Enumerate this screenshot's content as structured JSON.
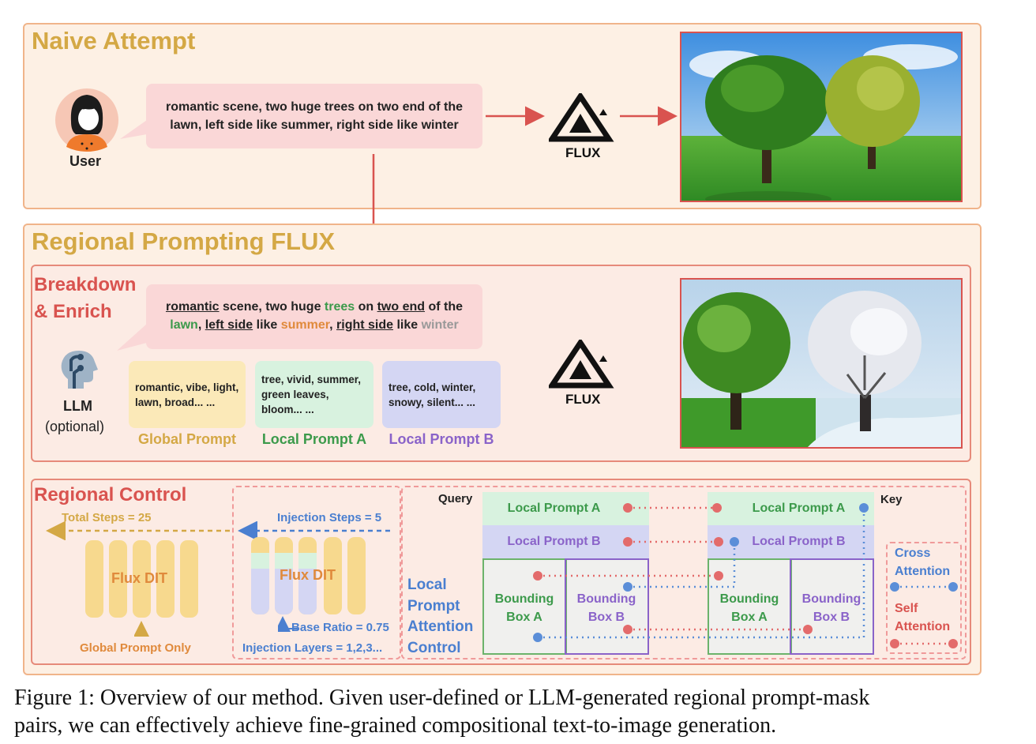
{
  "naive": {
    "title": "Naive Attempt",
    "user_label": "User",
    "prompt": "romantic scene, two huge trees on two end of the lawn, left side like summer, right side like winter",
    "model_label": "FLUX"
  },
  "regional": {
    "title": "Regional Prompting FLUX",
    "breakdown_title_1": "Breakdown",
    "breakdown_title_2": "& Enrich",
    "llm_label": "LLM",
    "llm_sub": "(optional)",
    "enriched_prompt": {
      "w1": "romantic",
      "w2": " scene, two huge ",
      "w3": "trees",
      "w4": " on ",
      "w5": "two end",
      "w6": " of the",
      "w7": "lawn",
      "w8": ", ",
      "w9": "left side",
      "w10": " like ",
      "w11": "summer",
      "w12": ", ",
      "w13": "right side",
      "w14": " like ",
      "w15": "winter"
    },
    "cards": [
      {
        "text": "romantic, vibe, light, lawn, broad... ...",
        "label": "Global Prompt"
      },
      {
        "text": "tree, vivid, summer, green leaves, bloom... ...",
        "label": "Local Prompt A"
      },
      {
        "text": "tree, cold, winter, snowy, silent... ...",
        "label": "Local Prompt B"
      }
    ],
    "model_label": "FLUX"
  },
  "control": {
    "title": "Regional Control",
    "total_steps": "Total Steps = 25",
    "flux_dit_1": "Flux DIT",
    "global_only": "Global Prompt Only",
    "injection_steps": "Injection Steps = 5",
    "flux_dit_2": "Flux DIT",
    "base_ratio": "Base Ratio = 0.75",
    "injection_layers": "Injection Layers = 1,2,3...",
    "lpac": [
      "Local",
      "Prompt",
      "Attention",
      "Control"
    ],
    "query": "Query",
    "key": "Key",
    "q_local_a": "Local Prompt A",
    "q_local_b": "Local Prompt B",
    "q_box_a": [
      "Bounding",
      "Box A"
    ],
    "q_box_b": [
      "Bounding",
      "Box B"
    ],
    "k_local_a": "Local Prompt A",
    "k_local_b": "Local Prompt B",
    "k_box_a": [
      "Bounding",
      "Box A"
    ],
    "k_box_b": [
      "Bounding",
      "Box B"
    ],
    "legend_cross": [
      "Cross",
      "Attention"
    ],
    "legend_self": [
      "Self",
      "Attention"
    ]
  },
  "caption": {
    "line1": "Figure 1: Overview of our method. Given user-defined or LLM-generated regional prompt-mask",
    "line2": "pairs, we can effectively achieve fine-grained compositional text-to-image generation."
  },
  "colors": {
    "gold": "#d4a845",
    "red": "#d9534f",
    "green": "#3c9a4b",
    "purple": "#8a63c9",
    "blue": "#4a7fd0",
    "orange": "#e08a3c"
  }
}
